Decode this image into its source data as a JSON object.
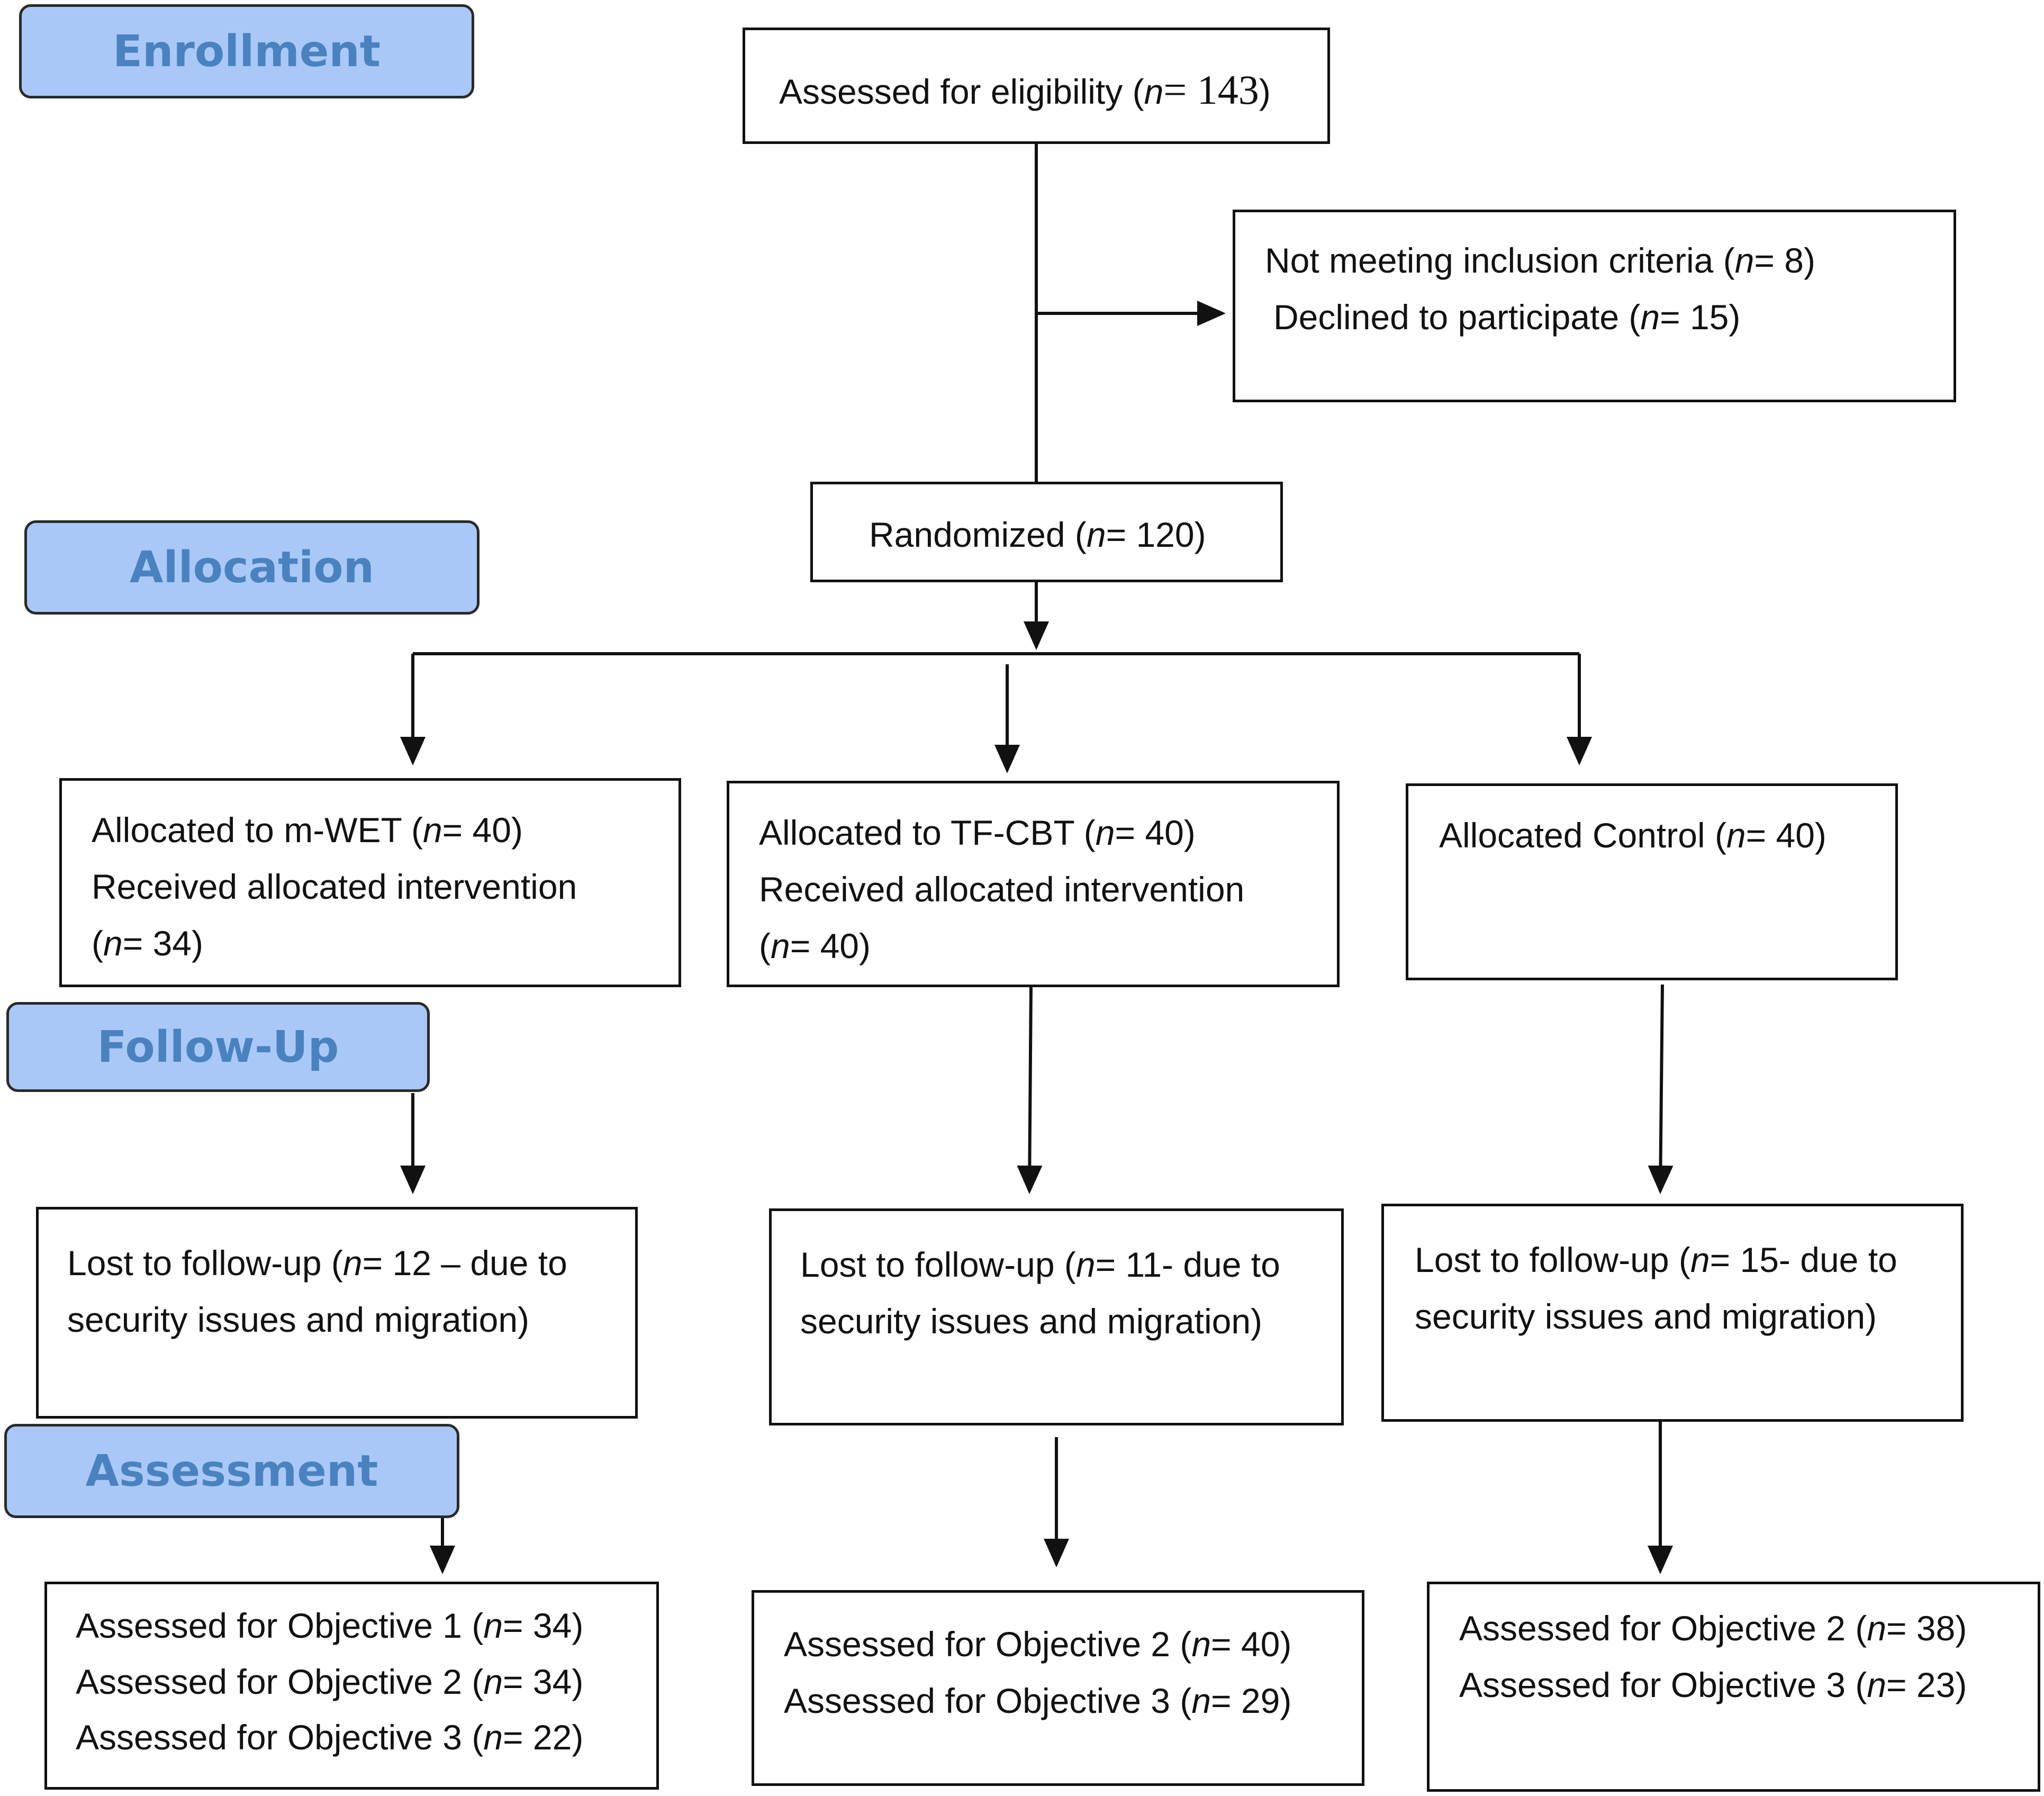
{
  "stages": {
    "enrollment": "Enrollment",
    "allocation": "Allocation",
    "followup": "Follow-Up",
    "assessment": "Assessment"
  },
  "eligibility": {
    "prefix": "Assessed for eligibility (",
    "n": "n",
    "value": "= 143",
    "suffix": ")"
  },
  "excluded": {
    "l1": {
      "prefix": "Not meeting inclusion criteria (",
      "n": "n",
      "rest": "= 8)"
    },
    "l2": {
      "prefix": "Declined to participate (",
      "n": "n",
      "rest": "= 15)"
    }
  },
  "randomized": {
    "prefix": "Randomized (",
    "n": "n",
    "rest": "= 120)"
  },
  "alloc_mwet": {
    "l1": {
      "prefix": "Allocated to m-WET (",
      "n": "n",
      "rest": "= 40)"
    },
    "l2": "Received allocated intervention",
    "l3": {
      "prefix": "(",
      "n": "n",
      "rest": "= 34)"
    }
  },
  "alloc_tfcbt": {
    "l1": {
      "prefix": "Allocated to TF-CBT (",
      "n": "n",
      "rest": "= 40)"
    },
    "l2": "Received allocated intervention",
    "l3": {
      "prefix": "(",
      "n": "n",
      "rest": "= 40)"
    }
  },
  "alloc_control": {
    "l1": {
      "prefix": "Allocated Control (",
      "n": "n",
      "rest": "= 40)"
    }
  },
  "lost_mwet": {
    "l1": {
      "prefix": "Lost to follow-up (",
      "n": "n",
      "rest": "= 12 – due to"
    },
    "l2": "security issues and migration)"
  },
  "lost_tfcbt": {
    "l1": {
      "prefix": "Lost to follow-up (",
      "n": "n",
      "rest": "= 11- due to"
    },
    "l2": "security issues and migration)"
  },
  "lost_control": {
    "l1": {
      "prefix": "Lost to follow-up (",
      "n": "n",
      "rest": "= 15- due to"
    },
    "l2": "security issues and migration)"
  },
  "assess_mwet": {
    "l1": {
      "prefix": "Assessed for Objective 1 (",
      "n": "n",
      "rest": "= 34)"
    },
    "l2": {
      "prefix": "Assessed for Objective 2 (",
      "n": "n",
      "rest": "= 34)"
    },
    "l3": {
      "prefix": "Assessed for Objective 3 (",
      "n": "n",
      "rest": "= 22)"
    }
  },
  "assess_tfcbt": {
    "l1": {
      "prefix": "Assessed for Objective 2 (",
      "n": "n",
      "rest": "= 40)"
    },
    "l2": {
      "prefix": "Assessed for Objective 3 (",
      "n": "n",
      "rest": "= 29)"
    }
  },
  "assess_control": {
    "l1": {
      "prefix": "Assessed for Objective 2 (",
      "n": "n",
      "rest": "= 38)"
    },
    "l2": {
      "prefix": "Assessed for Objective 3 (",
      "n": "n",
      "rest": "= 23)"
    }
  },
  "colors": {
    "stage_fill": "#a9c8f8",
    "stage_text": "#4a82c0",
    "line": "#111111"
  }
}
